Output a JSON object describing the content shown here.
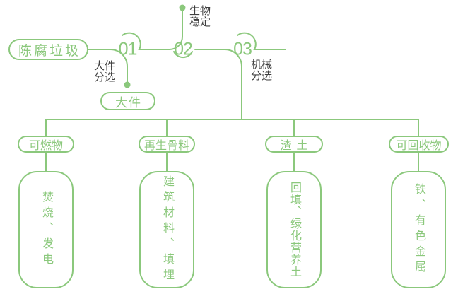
{
  "colors": {
    "line_green": "#8BC87C",
    "text_dark": "#3E3E3E",
    "background": "#FFFFFF"
  },
  "source": {
    "label": "陈腐垃圾"
  },
  "steps": [
    {
      "number": "01",
      "side_label": "大件\n分选",
      "output_label": "大件"
    },
    {
      "number": "02",
      "top_label": "生物\n稳定"
    },
    {
      "number": "03",
      "side_label": "机械\n分选"
    }
  ],
  "branches": [
    {
      "category": "可燃物",
      "result": "焚烧、发电"
    },
    {
      "category": "再生骨料",
      "result": "建筑材料、填埋"
    },
    {
      "category": "渣土",
      "result": "回填、绿化营养土"
    },
    {
      "category": "可回收物",
      "result": "铁、有色金属"
    }
  ]
}
